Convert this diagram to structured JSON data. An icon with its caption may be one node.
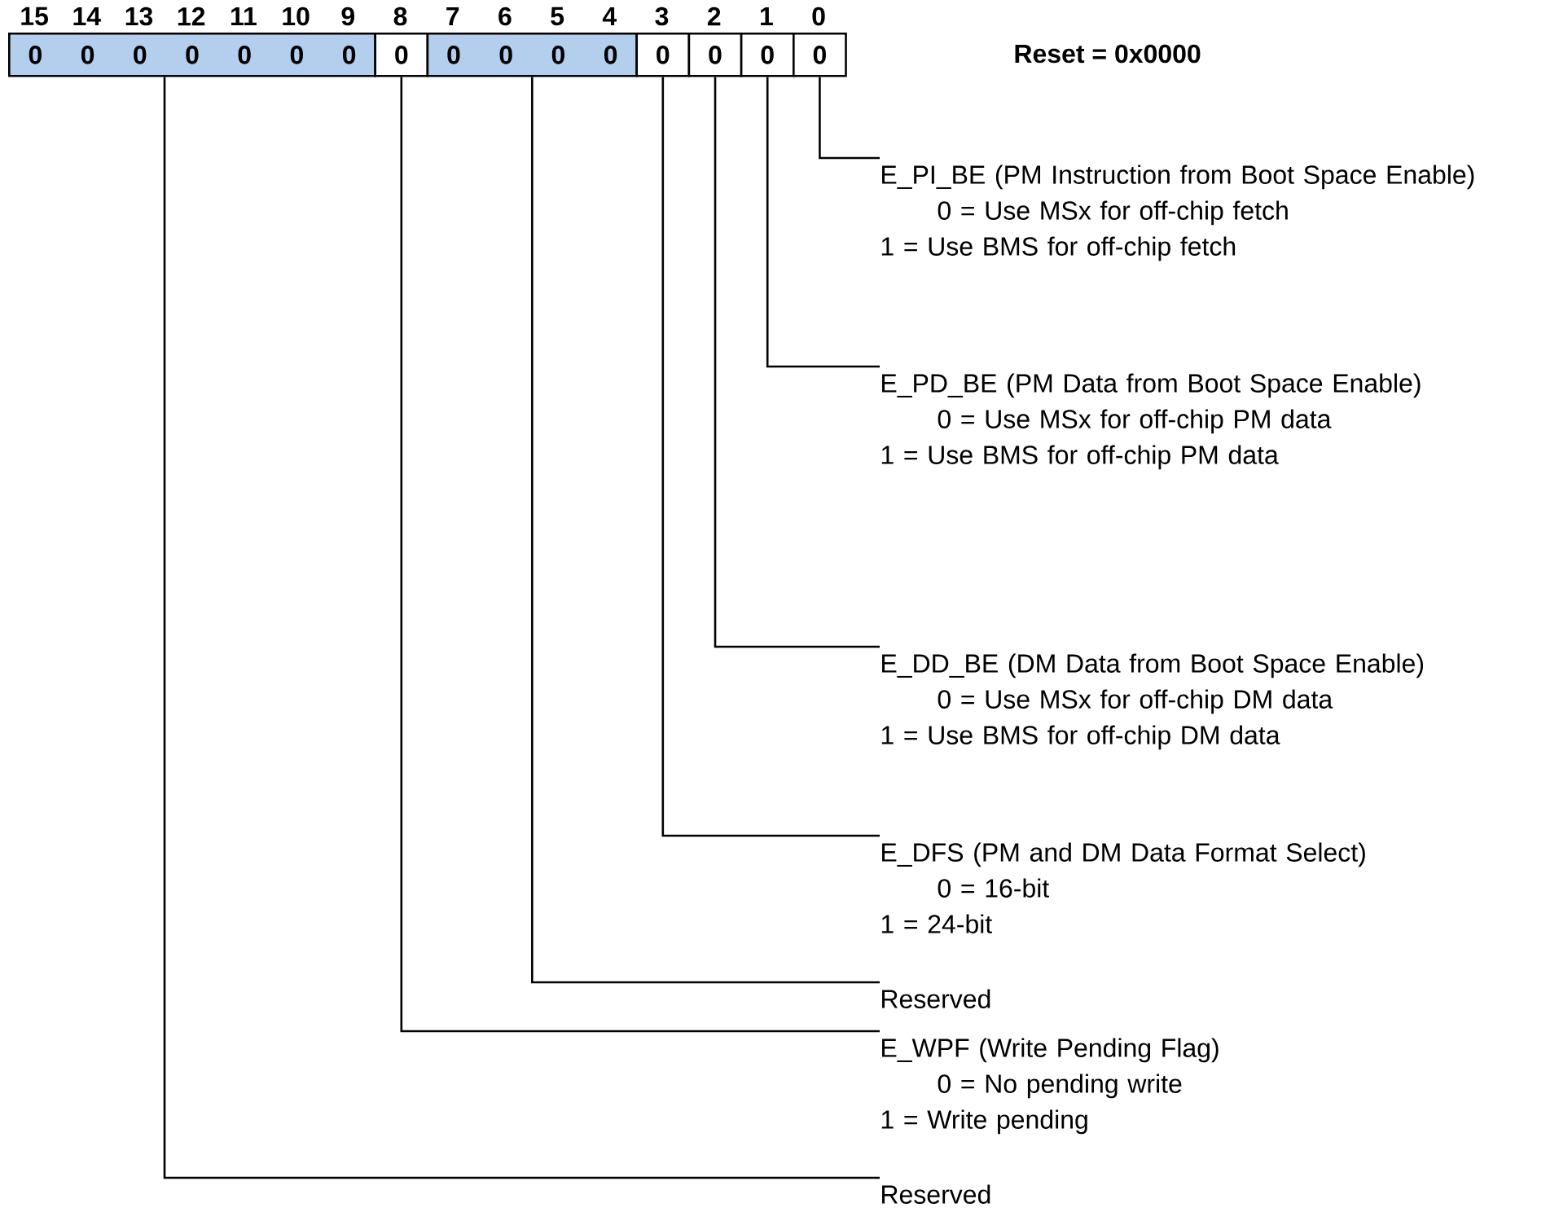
{
  "diagram": {
    "nodes": [
      {
        "text": [
          "0",
          "0",
          "0",
          "0",
          "0",
          "0",
          "0"
        ]
      },
      {
        "text": [
          "0"
        ]
      },
      {
        "text": [
          "0",
          "0",
          "0",
          "0"
        ]
      },
      {
        "text": [
          "0"
        ]
      },
      {
        "text": [
          "0"
        ]
      },
      {
        "text": [
          "0"
        ]
      },
      {
        "text": [
          "0"
        ]
      },
      {
        "text": [
          "E_PI_BE (PM Instruction from Boot Space Enable)",
          "0 = Use MSx for off-chip fetch",
          "1 = Use BMS for off-chip fetch"
        ]
      },
      {
        "text": [
          "E_PD_BE (PM Data from Boot Space Enable)",
          "0 = Use MSx for off-chip PM data",
          "1 = Use BMS for off-chip PM data"
        ]
      },
      {
        "text": [
          "E_DD_BE (DM Data from Boot Space Enable)",
          "0 = Use MSx for off-chip DM data",
          "1 = Use BMS for off-chip DM data"
        ]
      },
      {
        "text": [
          "E_DFS (PM and DM Data Format Select)",
          "0 = 16-bit",
          "1 = 24-bit"
        ]
      },
      {
        "text": [
          "Reserved"
        ]
      },
      {
        "text": [
          "E_WPF (Write Pending Flag)",
          "0 = No pending write",
          "1 = Write pending"
        ]
      },
      {
        "text": [
          "Reserved"
        ]
      }
    ],
    "edges": [
      {
        "from": 6,
        "to": 7,
        "arrow": "none"
      },
      {
        "from": 5,
        "to": 8,
        "arrow": "none"
      },
      {
        "from": 4,
        "to": 9,
        "arrow": "none"
      },
      {
        "from": 3,
        "to": 10,
        "arrow": "none"
      },
      {
        "from": 2,
        "to": 11,
        "arrow": "none"
      },
      {
        "from": 1,
        "to": 12,
        "arrow": "none"
      },
      {
        "from": 0,
        "to": 13,
        "arrow": "none"
      }
    ],
    "labels": [
      "15",
      "14",
      "13",
      "12",
      "11",
      "10",
      "9",
      "8",
      "7",
      "6",
      "5",
      "4",
      "3",
      "2",
      "1",
      "0",
      "Reset = 0x0000"
    ]
  }
}
